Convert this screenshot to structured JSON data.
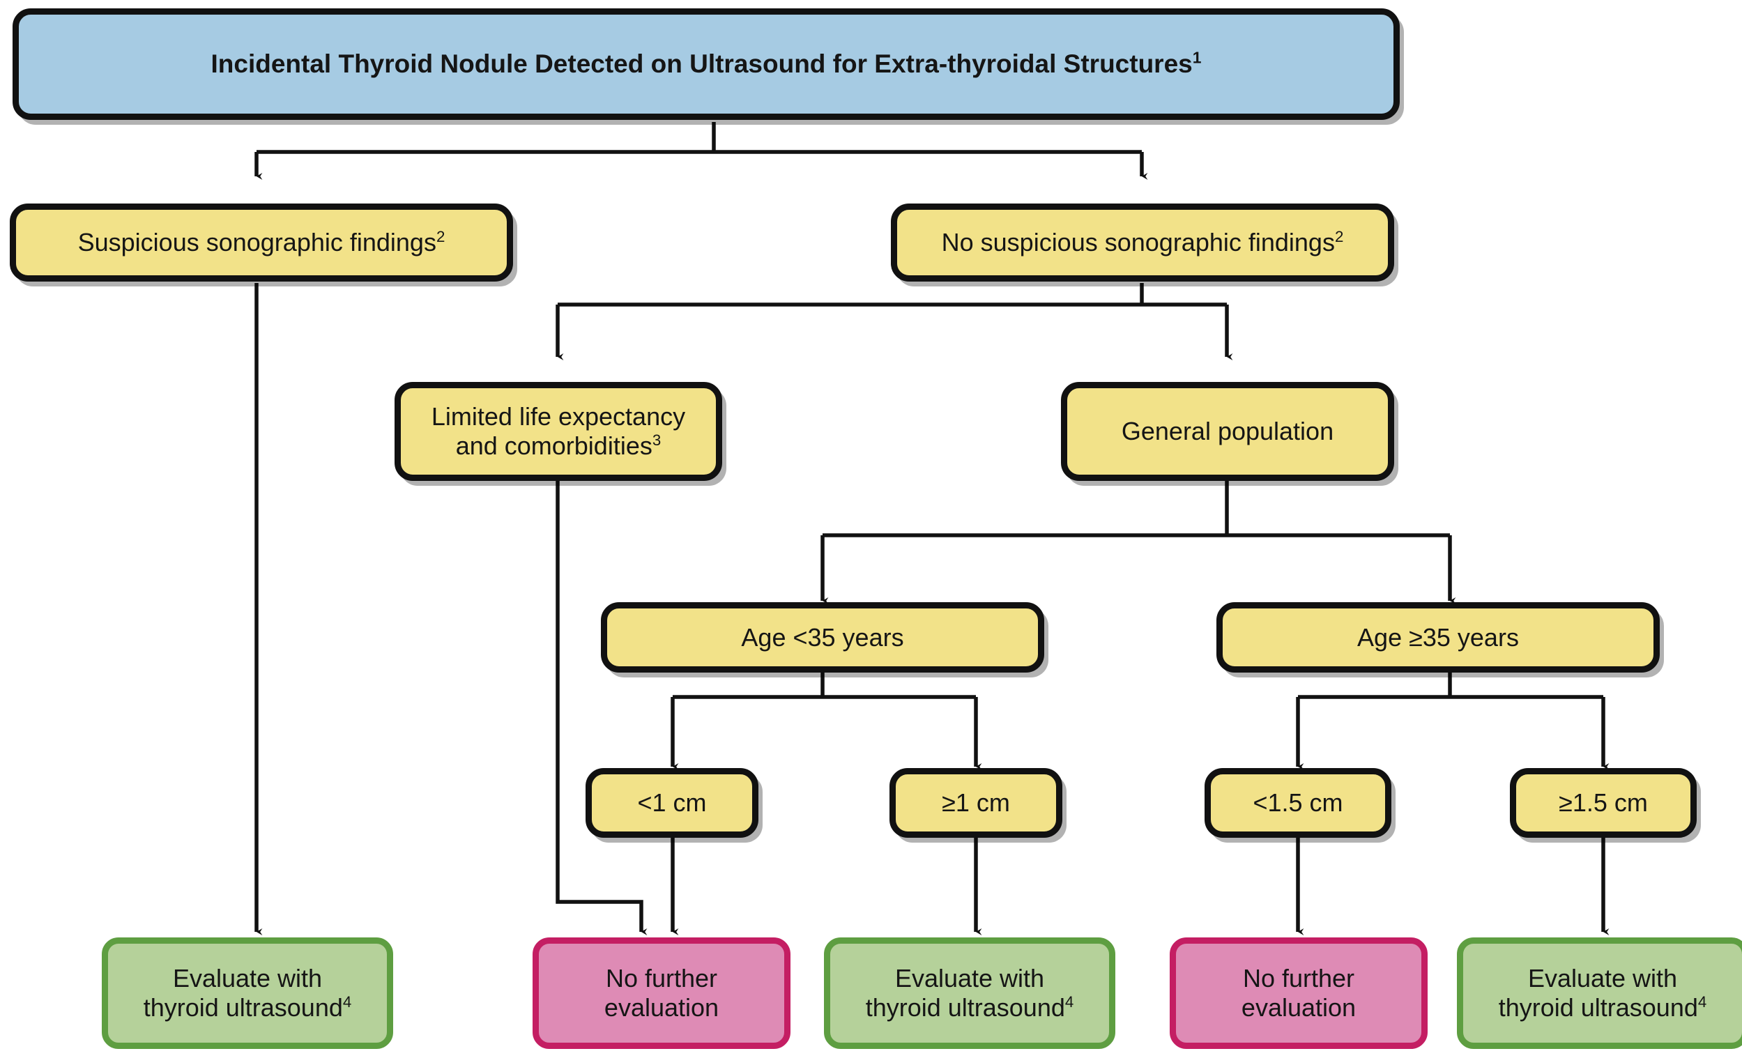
{
  "diagram": {
    "title": "Incidental Thyroid Nodule Detected on Ultrasound for Extra-thyroidal Structures",
    "type": "clinical-decision-flowchart",
    "palette": {
      "root_fill": "#a6cbe3",
      "decision_fill": "#f2e289",
      "decision_border": "#111111",
      "evaluate_fill": "#b5d19a",
      "evaluate_border": "#5e9e41",
      "stop_fill": "#de8bb5",
      "stop_border": "#c41e63",
      "connector": "#111111",
      "background": "#ffffff"
    },
    "nodes": [
      {
        "id": "root",
        "text": "Incidental Thyroid Nodule Detected on Ultrasound for Extra-thyroidal Structures",
        "footnote": "1",
        "kind": "root",
        "fill": "#a6cbe3"
      },
      {
        "id": "suspicious",
        "text": "Suspicious sonographic findings",
        "footnote": "2",
        "kind": "decision",
        "fill": "#f2e289"
      },
      {
        "id": "no-suspicious",
        "text": "No suspicious sonographic findings",
        "footnote": "2",
        "kind": "decision",
        "fill": "#f2e289"
      },
      {
        "id": "limited-life",
        "text": "Limited life expectancy and comorbidities",
        "line1": "Limited life expectancy",
        "line2": "and comorbidities",
        "footnote": "3",
        "kind": "decision",
        "fill": "#f2e289"
      },
      {
        "id": "general-population",
        "text": "General population",
        "footnote": "",
        "kind": "decision",
        "fill": "#f2e289"
      },
      {
        "id": "age-lt35",
        "text": "Age <35 years",
        "footnote": "",
        "kind": "decision",
        "fill": "#f2e289"
      },
      {
        "id": "age-gte35",
        "text": "Age ≥35 years",
        "footnote": "",
        "kind": "decision",
        "fill": "#f2e289"
      },
      {
        "id": "size-lt1",
        "text": "<1 cm",
        "footnote": "",
        "kind": "decision",
        "fill": "#f2e289"
      },
      {
        "id": "size-gte1",
        "text": "≥1 cm",
        "footnote": "",
        "kind": "decision",
        "fill": "#f2e289"
      },
      {
        "id": "size-lt15",
        "text": "<1.5 cm",
        "footnote": "",
        "kind": "decision",
        "fill": "#f2e289"
      },
      {
        "id": "size-gte15",
        "text": "≥1.5 cm",
        "footnote": "",
        "kind": "decision",
        "fill": "#f2e289"
      },
      {
        "id": "eval-1",
        "line1": "Evaluate with",
        "line2": "thyroid ultrasound",
        "footnote": "4",
        "kind": "terminal-evaluate",
        "fill": "#b5d19a"
      },
      {
        "id": "stop-1",
        "line1": "No further",
        "line2": "evaluation",
        "footnote": "",
        "kind": "terminal-stop",
        "fill": "#de8bb5"
      },
      {
        "id": "eval-2",
        "line1": "Evaluate with",
        "line2": "thyroid ultrasound",
        "footnote": "4",
        "kind": "terminal-evaluate",
        "fill": "#b5d19a"
      },
      {
        "id": "stop-2",
        "line1": "No further",
        "line2": "evaluation",
        "footnote": "",
        "kind": "terminal-stop",
        "fill": "#de8bb5"
      },
      {
        "id": "eval-3",
        "line1": "Evaluate with",
        "line2": "thyroid ultrasound",
        "footnote": "4",
        "kind": "terminal-evaluate",
        "fill": "#b5d19a"
      }
    ],
    "edges": [
      {
        "from": "root",
        "to": "suspicious"
      },
      {
        "from": "root",
        "to": "no-suspicious"
      },
      {
        "from": "suspicious",
        "to": "eval-1"
      },
      {
        "from": "no-suspicious",
        "to": "limited-life"
      },
      {
        "from": "no-suspicious",
        "to": "general-population"
      },
      {
        "from": "limited-life",
        "to": "stop-1"
      },
      {
        "from": "general-population",
        "to": "age-lt35"
      },
      {
        "from": "general-population",
        "to": "age-gte35"
      },
      {
        "from": "age-lt35",
        "to": "size-lt1"
      },
      {
        "from": "age-lt35",
        "to": "size-gte1"
      },
      {
        "from": "age-gte35",
        "to": "size-lt15"
      },
      {
        "from": "age-gte35",
        "to": "size-gte15"
      },
      {
        "from": "size-lt1",
        "to": "stop-1"
      },
      {
        "from": "size-gte1",
        "to": "eval-2"
      },
      {
        "from": "size-lt15",
        "to": "stop-2"
      },
      {
        "from": "size-gte15",
        "to": "eval-3"
      }
    ]
  }
}
